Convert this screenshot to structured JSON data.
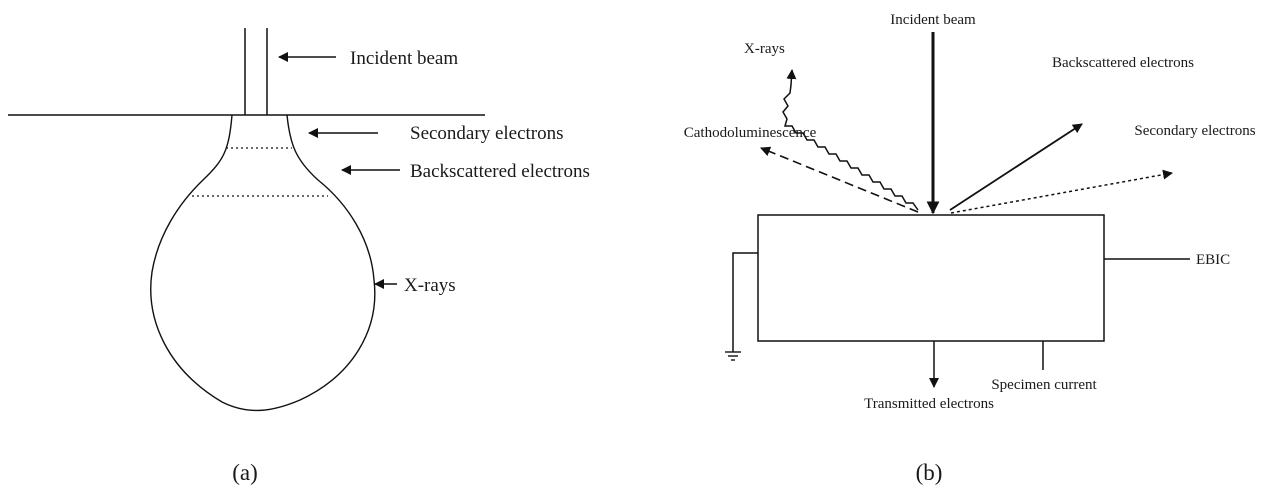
{
  "panel_a": {
    "caption": "(a)",
    "labels": {
      "incident_beam": "Incident beam",
      "secondary_electrons": "Secondary electrons",
      "backscattered_electrons": "Backscattered electrons",
      "x_rays": "X-rays"
    }
  },
  "panel_b": {
    "caption": "(b)",
    "labels": {
      "incident_beam": "Incident beam",
      "x_rays": "X-rays",
      "backscattered_electrons": "Backscattered electrons",
      "cathodoluminescence": "Cathodoluminescence",
      "secondary_electrons": "Secondary electrons",
      "ebic": "EBIC",
      "specimen_current": "Specimen current",
      "transmitted_electrons": "Transmitted electrons"
    }
  },
  "colors": {
    "ink": "#111111",
    "text": "#1a1a1a",
    "background": "#ffffff"
  }
}
